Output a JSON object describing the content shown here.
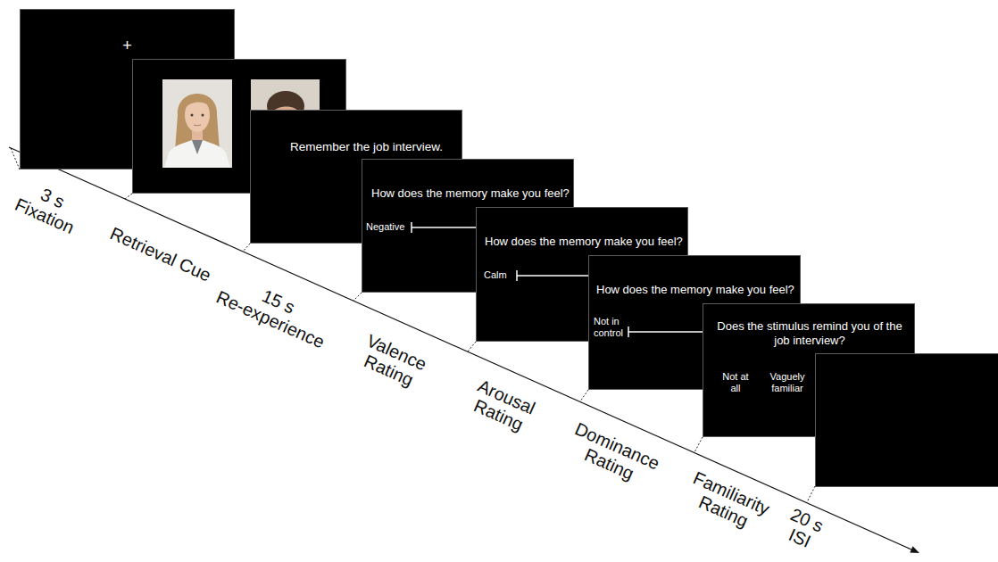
{
  "diagram": {
    "nodes": [
      {
        "text": [
          "+"
        ]
      },
      {
        "text": [
          "Remember the job interview."
        ]
      },
      {
        "text": [
          "How does the memory make you feel?",
          "Negative"
        ]
      },
      {
        "text": [
          "How does the memory make you feel?",
          "Calm"
        ]
      },
      {
        "text": [
          "How does the memory make you feel?",
          "Not in control"
        ]
      },
      {
        "text": [
          "Does the stimulus remind you of the job interview?",
          "Not at all",
          "Vaguely familiar"
        ]
      }
    ],
    "labels": [
      "3 s",
      "Fixation",
      "Retrieval Cue",
      "15 s",
      "Re-experience",
      "Valence Rating",
      "Arousal Rating",
      "Dominance Rating",
      "Familiarity Rating",
      "20 s",
      "ISI"
    ]
  }
}
